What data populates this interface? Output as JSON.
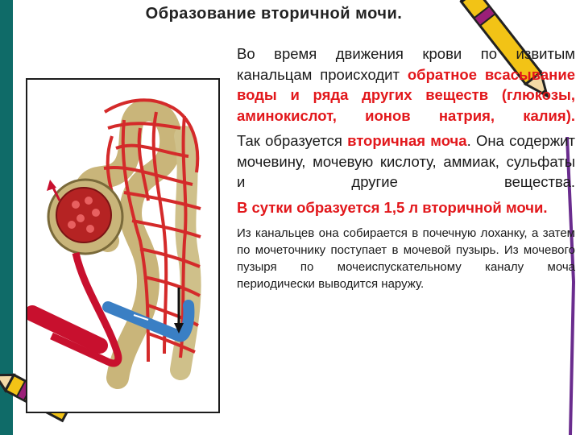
{
  "title": "Образование вторичной мочи.",
  "paragraph1": {
    "intro": "Во время движения крови по извитым канальцам происходит ",
    "highlight": "обратное всасывание воды и ряда других веществ (глюкозы, аминокислот, ионов натрия, калия)."
  },
  "paragraph2": {
    "intro": "Так образуется ",
    "highlight": "вторичная моча",
    "rest": ". Она содержит мочевину, мочевую кислоту, аммиак, сульфаты и другие вещества."
  },
  "paragraph3": {
    "text": "В сутки образуется 1,5 л вторичной мочи."
  },
  "paragraph4": {
    "text": "Из канальцев она собирается в почечную лоханку, а затем по мочеточнику поступает в мочевой пузырь. Из мочевого пузыря по мочеиспускательному каналу моча периодически выводится наружу."
  },
  "illustration": {
    "subject": "nephron-with-capillaries",
    "colors": {
      "capillary": "#d42a2a",
      "artery": "#c8102e",
      "vein": "#3a7fc4",
      "tubule": "#cfc08a"
    }
  },
  "decor": {
    "accent": "#0f6b68",
    "pencil_color": "#f2c316"
  }
}
